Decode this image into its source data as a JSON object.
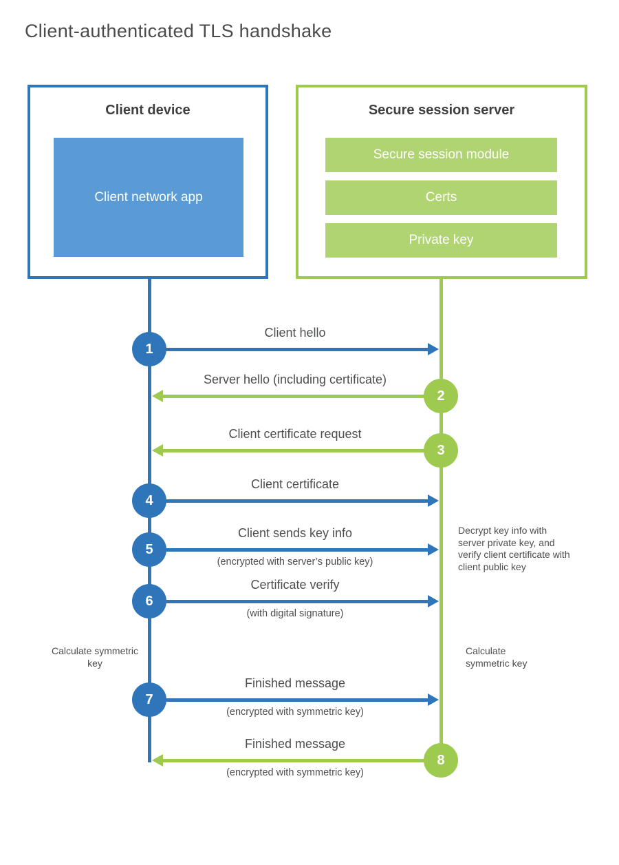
{
  "title": "Client-authenticated TLS handshake",
  "colors": {
    "blue": "#2e76b9",
    "blue_fill": "#5b9bd5",
    "green": "#9dca4f",
    "green_fill": "#b0d471",
    "text": "#4d4e50"
  },
  "client_box": {
    "title": "Client device",
    "app": "Client network app"
  },
  "server_box": {
    "title": "Secure session server",
    "modules": [
      "Secure session module",
      "Certs",
      "Private key"
    ]
  },
  "steps": [
    {
      "number": "1",
      "from": "client",
      "direction": "right",
      "label": "Client hello",
      "sublabel": ""
    },
    {
      "number": "2",
      "from": "server",
      "direction": "left",
      "label": "Server hello (including certificate)",
      "sublabel": ""
    },
    {
      "number": "3",
      "from": "server",
      "direction": "left",
      "label": "Client certificate request",
      "sublabel": ""
    },
    {
      "number": "4",
      "from": "client",
      "direction": "right",
      "label": "Client certificate",
      "sublabel": ""
    },
    {
      "number": "5",
      "from": "client",
      "direction": "right",
      "label": "Client sends key info",
      "sublabel": "(encrypted with server’s public key)"
    },
    {
      "number": "6",
      "from": "client",
      "direction": "right",
      "label": "Certificate verify",
      "sublabel": "(with digital signature)"
    },
    {
      "number": "7",
      "from": "client",
      "direction": "right",
      "label": "Finished message",
      "sublabel": "(encrypted with symmetric key)"
    },
    {
      "number": "8",
      "from": "server",
      "direction": "left",
      "label": "Finished message",
      "sublabel": "(encrypted with symmetric key)"
    }
  ],
  "side_notes": {
    "server_decrypt": "Decrypt key info with server private key, and verify client certificate with client public key",
    "client_calculate": "Calculate symmetric key",
    "server_calculate": "Calculate symmetric key"
  }
}
